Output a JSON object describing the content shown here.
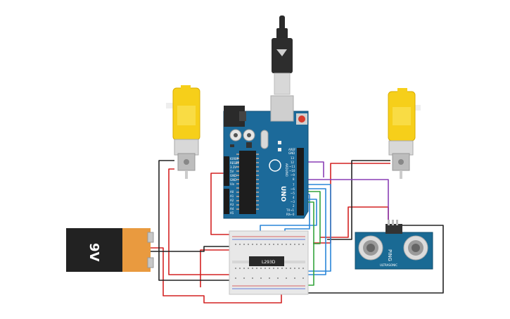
{
  "circuit": {
    "battery": {
      "label": "9V"
    },
    "driver_chip": {
      "label": "L293D"
    },
    "arduino": {
      "brand": "UNO",
      "logo": "ARDUINO",
      "header_top": [
        "AREF",
        "GND",
        "13",
        "12",
        "~11",
        "~10",
        "~9",
        "8",
        "7",
        "~6",
        "~5",
        "4",
        "~3",
        "2",
        "TX→1",
        "RX←0"
      ],
      "header_power": [
        "IOREF",
        "RESET",
        "3.3V",
        "5V",
        "GND",
        "GND",
        "Vin"
      ],
      "header_analog": [
        "A0",
        "A1",
        "A2",
        "A3",
        "A4",
        "A5"
      ]
    },
    "sensor": {
      "name": "PING",
      "caption": "ULTRASONIC"
    }
  }
}
